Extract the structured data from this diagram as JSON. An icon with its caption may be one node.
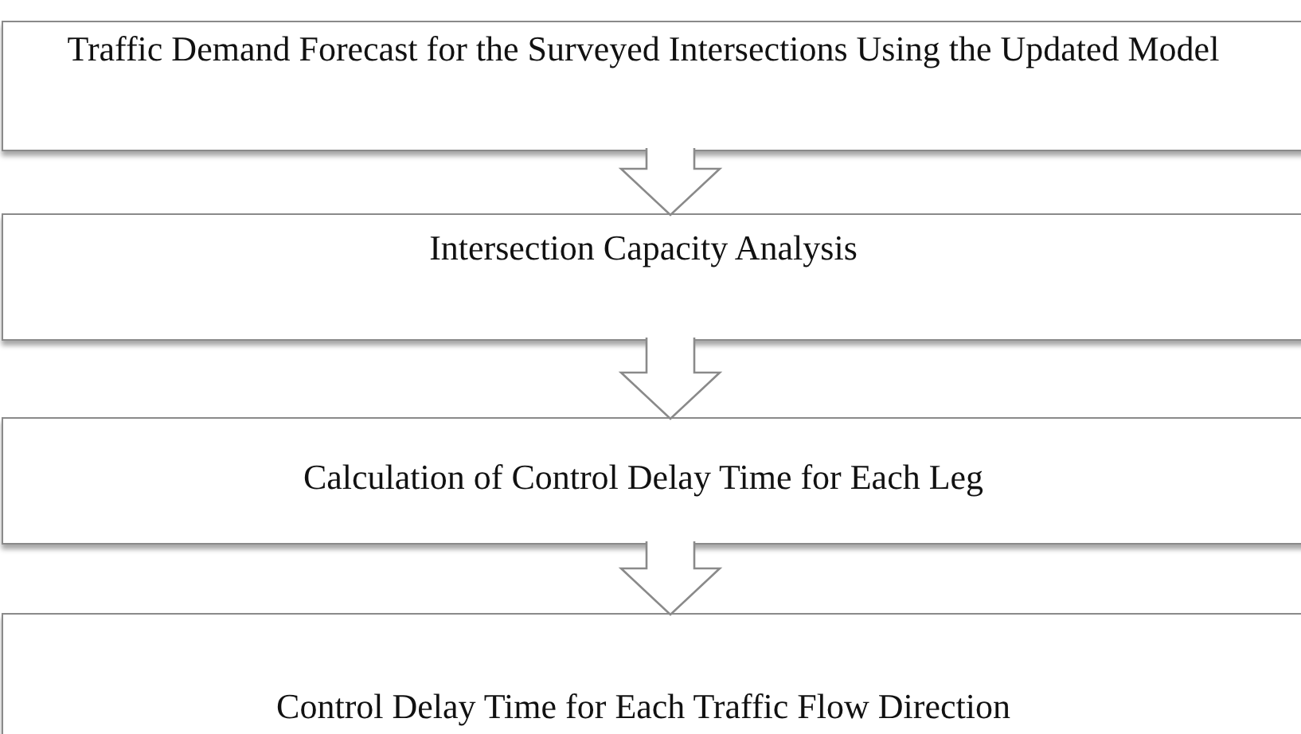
{
  "diagram": {
    "nodes": [
      {
        "text": [
          "Traffic Demand Forecast for the Surveyed Intersections Using the Updated Model"
        ]
      },
      {
        "text": [
          "Intersection Capacity Analysis"
        ]
      },
      {
        "text": [
          "Calculation of Control Delay Time for Each Leg"
        ]
      },
      {
        "text": [
          "Control Delay Time for Each Traffic Flow Direction"
        ]
      }
    ],
    "edges": [
      {
        "from": 0,
        "to": 1,
        "arrow": "to"
      },
      {
        "from": 1,
        "to": 2,
        "arrow": "to"
      },
      {
        "from": 2,
        "to": 3,
        "arrow": "to"
      }
    ]
  }
}
